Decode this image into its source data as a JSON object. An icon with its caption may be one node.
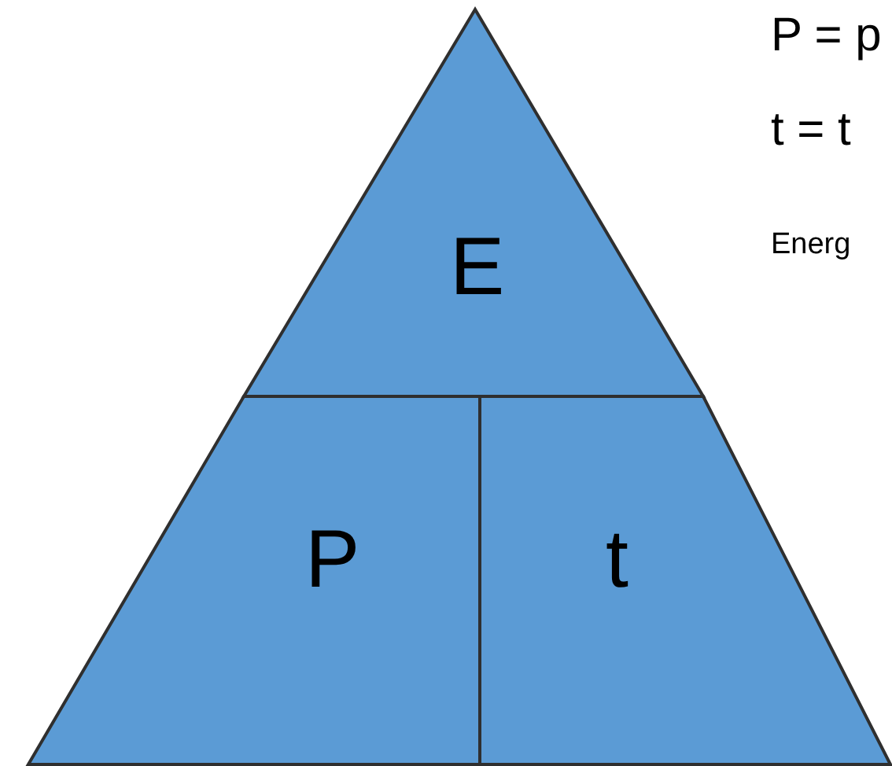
{
  "diagram": {
    "nodes": [
      {
        "text": [
          "E"
        ]
      },
      {
        "text": [
          "P"
        ]
      },
      {
        "text": [
          "t"
        ]
      }
    ],
    "labels": [
      "P = p",
      "t = t",
      "Energ"
    ]
  }
}
